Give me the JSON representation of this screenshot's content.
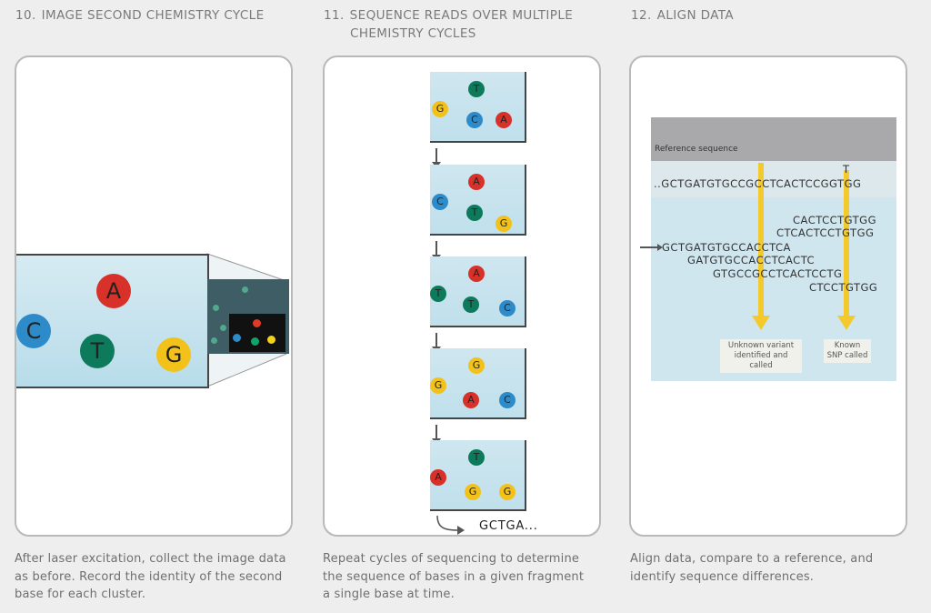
{
  "steps": [
    {
      "number": "10.",
      "title": "IMAGE SECOND CHEMISTRY CYCLE",
      "caption_lines": [
        "After laser excitation, collect the image data",
        "as before. Record the identity of the second",
        "base for each cluster."
      ]
    },
    {
      "number": "11.",
      "title_line1": "SEQUENCE READS OVER MULTIPLE",
      "title_line2": "CHEMISTRY CYCLES",
      "caption_lines": [
        "Repeat cycles of sequencing to determine",
        "the sequence of bases in a given fragment",
        "a single base at time."
      ],
      "read_result": "GCTGA..."
    },
    {
      "number": "12.",
      "title": "ALIGN DATA",
      "caption_lines": [
        "Align data, compare to a reference, and",
        "identify sequence differences."
      ]
    }
  ],
  "panel10": {
    "bases": [
      "A",
      "C",
      "T",
      "G"
    ]
  },
  "panel11": {
    "cycles": [
      [
        "T",
        "G",
        "C",
        "A"
      ],
      [
        "A",
        "C",
        "T",
        "G"
      ],
      [
        "A",
        "T",
        "T",
        "C"
      ],
      [
        "G",
        "G",
        "A",
        "C"
      ],
      [
        "T",
        "A",
        "G",
        "G"
      ]
    ]
  },
  "panel12": {
    "reference_label": "Reference sequence",
    "snp_base": "T",
    "reference_seq": "..GCTGATGTGCCGCCTCACTCCGGTGG",
    "reads": [
      "CACTCCTGTGG",
      "CTCACTCCTGTGG",
      "GCTGATGTGCCACCTCA",
      "GATGTGCCACCTCACTC",
      "GTGCCGCCTCACTCCTG",
      "CTCCTGTGG"
    ],
    "unknown_variant_line1": "Unknown variant",
    "unknown_variant_line2": "identified and called",
    "known_snp_line1": "Known",
    "known_snp_line2": "SNP called"
  },
  "colors": {
    "A": "#d8312a",
    "C": "#2e8bc9",
    "T": "#0e7a5c",
    "G": "#f2c21b",
    "highlight": "#f4c92c"
  }
}
